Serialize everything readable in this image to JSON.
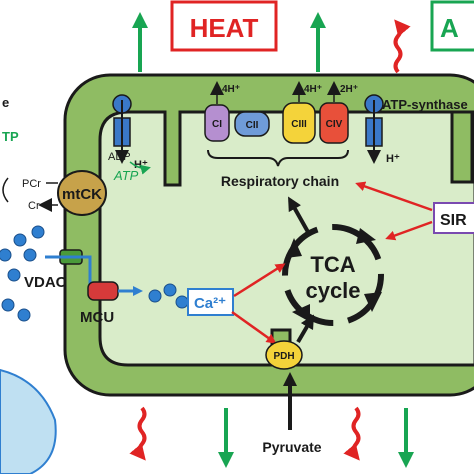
{
  "labels": {
    "heat": "HEAT",
    "atp_box_partial": "A",
    "left_top_partial": "e",
    "left_atp_partial": "TP",
    "pcr": "PCr",
    "cr": "Cr",
    "mtck": "mtCK",
    "vdac": "VDAC",
    "mcu": "MCU",
    "adp": "ADP",
    "atp": "ATP",
    "h_plus": "H⁺",
    "h_plus_4a": "4H⁺",
    "h_plus_4b": "4H⁺",
    "h_plus_2": "2H⁺",
    "ci": "CI",
    "cii": "CII",
    "ciii": "CIII",
    "civ": "CIV",
    "atp_synthase": "ATP-synthase",
    "respiratory_chain": "Respiratory chain",
    "tca_line1": "TCA",
    "tca_line2": "cycle",
    "calcium": "Ca²⁺",
    "sirt_partial": "SIR",
    "pdh": "PDH",
    "pyruvate": "Pyruvate"
  },
  "colors": {
    "membrane": "#8fbc63",
    "matrix": "#d9ecc9",
    "outline": "#1a1a1a",
    "heat_red": "#e02424",
    "atp_green": "#18a552",
    "ion_blue": "#2f7fd0",
    "ci": "#b58fd0",
    "cii": "#6f9bd8",
    "ciii": "#f4d33a",
    "civ": "#e8503a",
    "pdh": "#f4d33a",
    "vdac": "#4a9a3a",
    "mcu": "#d63a3a",
    "synthase": "#3a78c8",
    "cell_blob": "#bfe0f2"
  }
}
